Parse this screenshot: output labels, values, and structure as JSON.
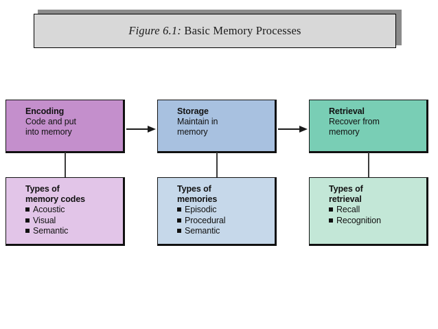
{
  "figure": {
    "label": "Figure 6.1:",
    "title": "Basic Memory Processes"
  },
  "diagram": {
    "columns": [
      {
        "accent_top": "#c48fcc",
        "accent_bottom": "#e2c5e8",
        "process": {
          "heading": "Encoding",
          "lines": [
            "Code and put",
            "into memory"
          ]
        },
        "types": {
          "heading_line1": "Types of",
          "heading_line2": "memory codes",
          "items": [
            "Acoustic",
            "Visual",
            "Semantic"
          ]
        }
      },
      {
        "accent_top": "#a8c1e0",
        "accent_bottom": "#c6d8ea",
        "process": {
          "heading": "Storage",
          "lines": [
            "Maintain in",
            "memory"
          ]
        },
        "types": {
          "heading_line1": "Types of",
          "heading_line2": "memories",
          "items": [
            "Episodic",
            "Procedural",
            "Semantic"
          ]
        }
      },
      {
        "accent_top": "#79ceb5",
        "accent_bottom": "#c3e7d7",
        "process": {
          "heading": "Retrieval",
          "lines": [
            "Recover from",
            "memory"
          ]
        },
        "types": {
          "heading_line1": "Types of",
          "heading_line2": "retrieval",
          "items": [
            "Recall",
            "Recognition"
          ]
        }
      }
    ],
    "flow_arrows": [
      "encoding-to-storage",
      "storage-to-retrieval"
    ]
  },
  "colors": {
    "title_background": "#d8d8d8",
    "title_shadow": "#8b8b8b",
    "outline": "#111111",
    "page_background": "#ffffff"
  }
}
